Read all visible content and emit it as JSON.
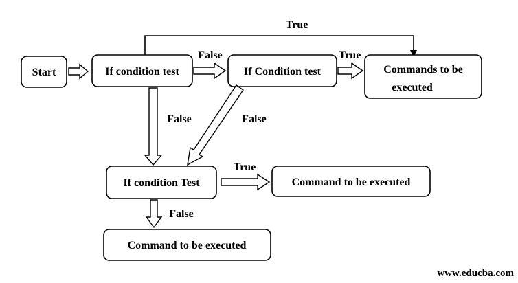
{
  "diagram": {
    "nodes": {
      "start": "Start",
      "if1": "If condition test",
      "if2": "If Condition test",
      "cmd1_line1": "Commands to be",
      "cmd1_line2": "executed",
      "if3": "If condition Test",
      "cmd2": "Command to be executed",
      "cmd3": "Command to be executed"
    },
    "edges": {
      "top_true": "True",
      "if1_to_if2": "False",
      "if2_to_cmd1": "True",
      "if1_down": "False",
      "if2_diag": "False",
      "if3_to_cmd2": "True",
      "if3_down": "False"
    }
  },
  "watermark": "www.educba.com"
}
